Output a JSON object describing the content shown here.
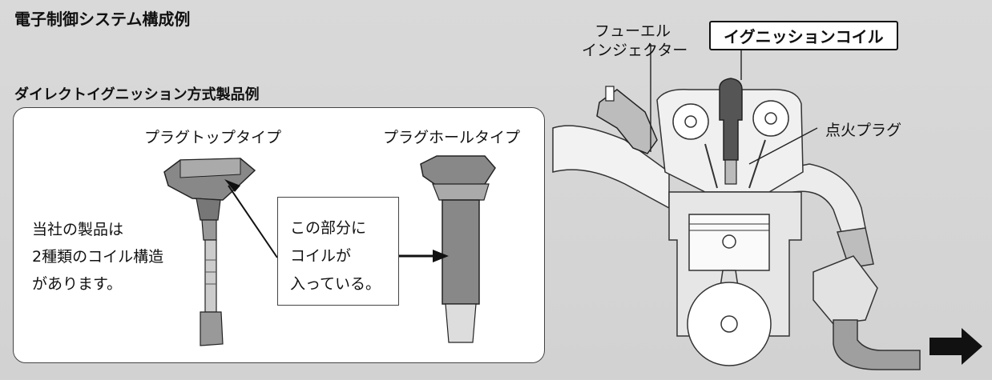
{
  "title": "電子制御システム構成例",
  "subtitle": "ダイレクトイグニッション方式製品例",
  "panel": {
    "plug_top_label": "プラグトップタイプ",
    "plug_hole_label": "プラグホールタイプ",
    "description_lines": [
      "当社の製品は",
      "2種類のコイル構造",
      "があります。"
    ],
    "note_lines": [
      "この部分に",
      "コイルが",
      "入っている。"
    ]
  },
  "engine": {
    "fuel_injector_lines": [
      "フューエル",
      "インジェクター"
    ],
    "ignition_coil_label": "イグニッションコイル",
    "spark_plug_label": "点火プラグ"
  }
}
